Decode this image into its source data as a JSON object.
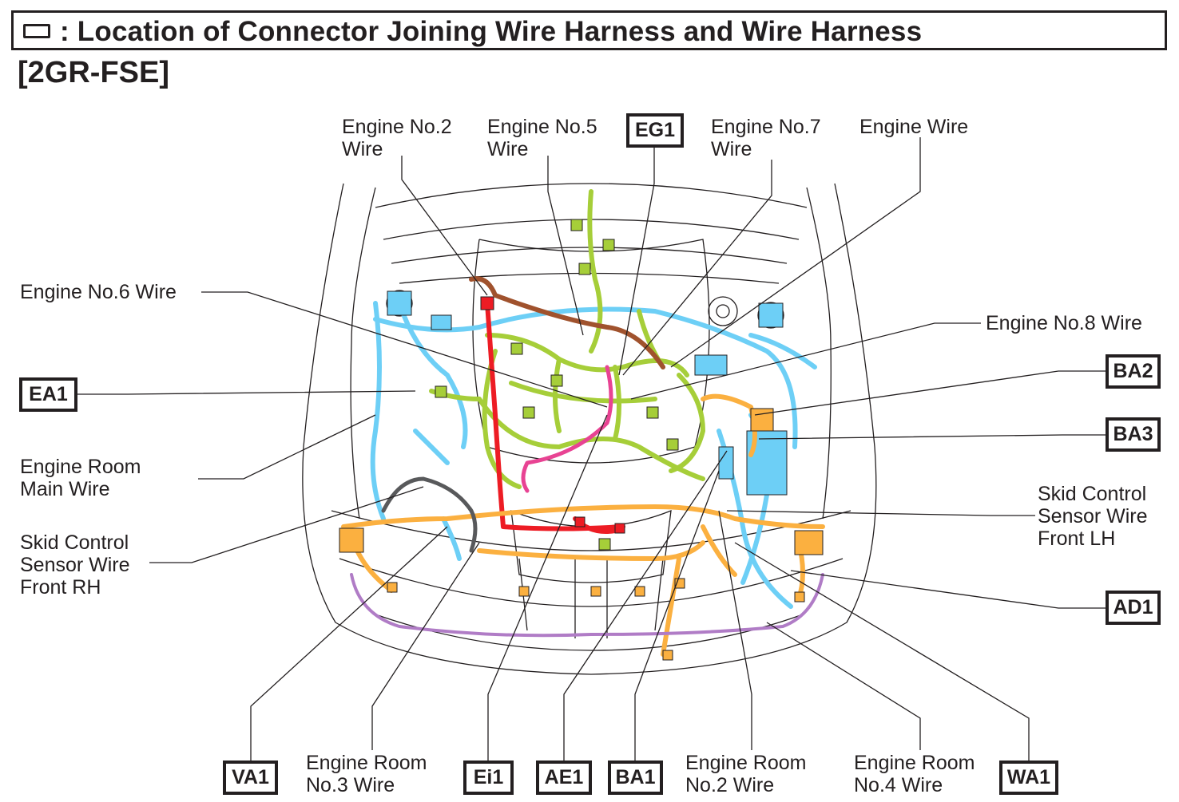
{
  "title": ": Location of Connector Joining Wire Harness and Wire Harness",
  "subtitle": "[2GR-FSE]",
  "labels": {
    "engine_no2_wire": "Engine No.2\nWire",
    "engine_no5_wire": "Engine No.5\nWire",
    "engine_no7_wire": "Engine No.7\nWire",
    "engine_wire": "Engine Wire",
    "engine_no6_wire": "Engine No.6 Wire",
    "engine_no8_wire": "Engine No.8 Wire",
    "engine_room_main_wire": "Engine Room\nMain Wire",
    "skid_rh": "Skid Control\nSensor Wire\nFront RH",
    "skid_lh": "Skid Control\nSensor Wire\nFront LH",
    "engine_room_no3_wire": "Engine Room\nNo.3 Wire",
    "engine_room_no2_wire": "Engine Room\nNo.2 Wire",
    "engine_room_no4_wire": "Engine Room\nNo.4 Wire"
  },
  "connectors": {
    "eg1": "EG1",
    "ea1": "EA1",
    "ba2": "BA2",
    "ba3": "BA3",
    "ad1": "AD1",
    "va1": "VA1",
    "ei1": "Ei1",
    "ae1": "AE1",
    "ba1": "BA1",
    "wa1": "WA1"
  },
  "colors": {
    "blue_harness": "#6dcff6",
    "green_harness": "#a6ce39",
    "orange_harness": "#fbb040",
    "red_harness": "#ed1c24",
    "brown_harness": "#a0522d",
    "pink_harness": "#e84393",
    "purple_harness": "#b07cc6",
    "outline": "#231f20"
  }
}
